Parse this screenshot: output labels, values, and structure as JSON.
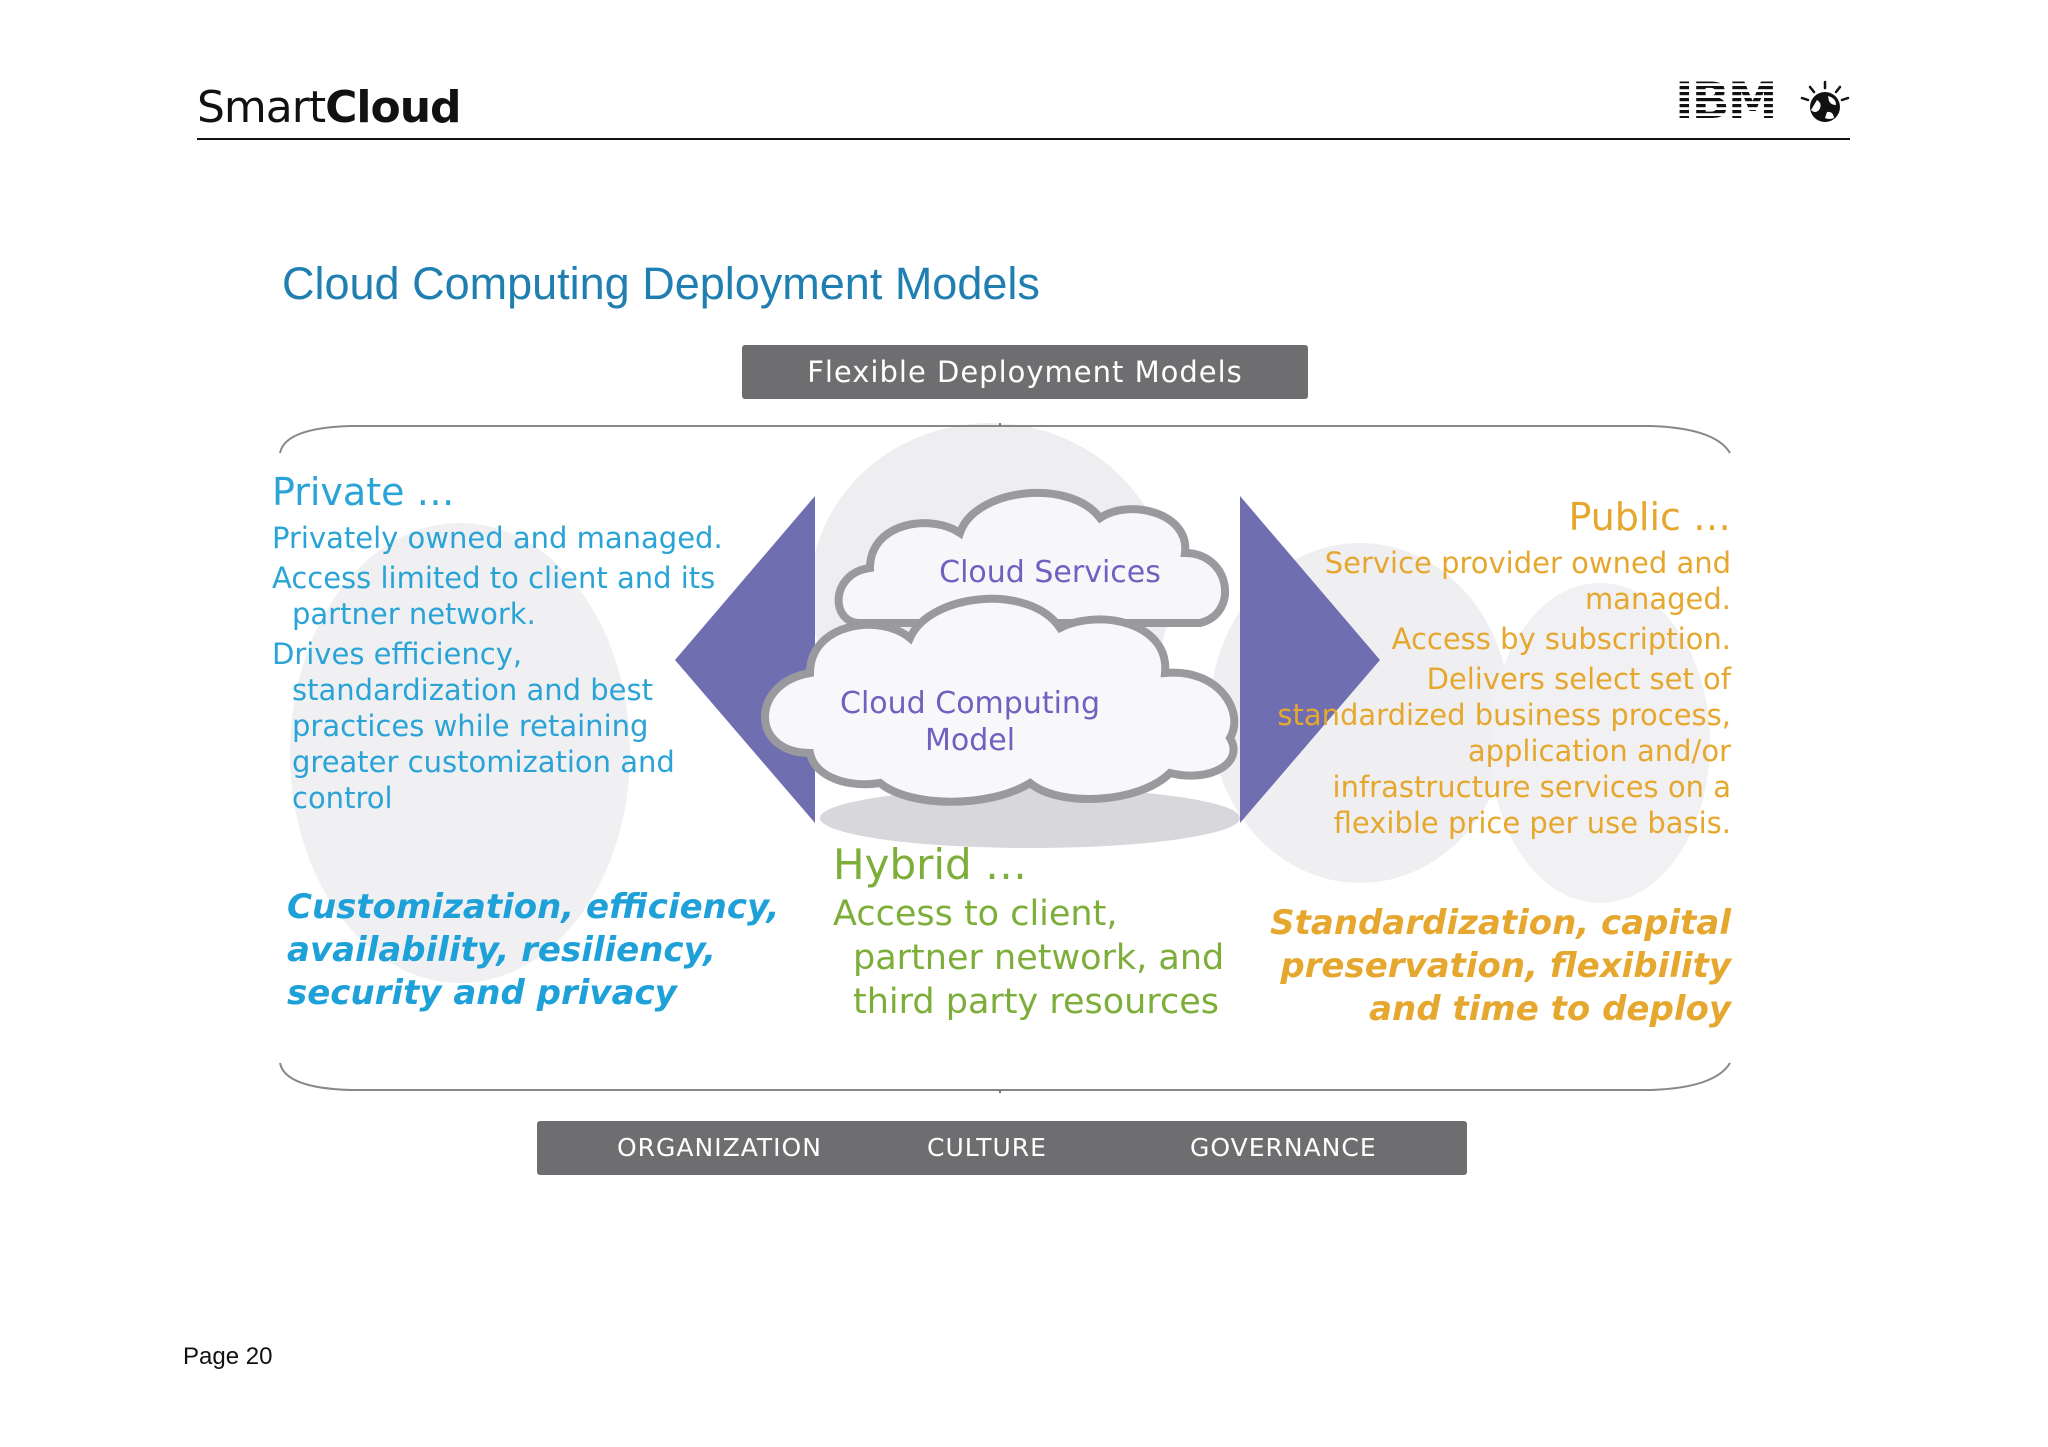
{
  "header": {
    "brand_part1": "Smart",
    "brand_part2": "Cloud",
    "logo_name": "ibm-logo",
    "logo_text": "IBM"
  },
  "slide": {
    "title": "Cloud Computing Deployment Models",
    "top_bar": "Flexible Deployment Models",
    "bottom_bar": [
      "ORGANIZATION",
      "CULTURE",
      "GOVERNANCE"
    ],
    "center": {
      "cloud_top": "Cloud Services",
      "cloud_bottom_line1": "Cloud Computing",
      "cloud_bottom_line2": "Model"
    },
    "private": {
      "heading": "Private …",
      "points": [
        "Privately owned and managed.",
        "Access limited to client and its partner network.",
        "Drives efficiency, standardization and best practices while retaining greater customization and control"
      ],
      "emphasis": "Customization, efficiency, availability, resiliency, security and privacy"
    },
    "hybrid": {
      "heading": "Hybrid …",
      "body": "Access to client, partner network, and third party resources"
    },
    "public": {
      "heading": "Public …",
      "points": [
        "Service provider owned and managed.",
        "Access by subscription.",
        "Delivers select set of standardized business process, application and/or infrastructure services on a flexible price per use basis."
      ],
      "emphasis": "Standardization, capital preservation, flexibility and time to deploy"
    },
    "colors": {
      "private": "#2aa3d6",
      "public": "#e6a72e",
      "hybrid": "#7eae3a",
      "arrow": "#6f6eb0",
      "bar": "#6e6e70"
    }
  },
  "footer": {
    "page": "Page 20"
  }
}
